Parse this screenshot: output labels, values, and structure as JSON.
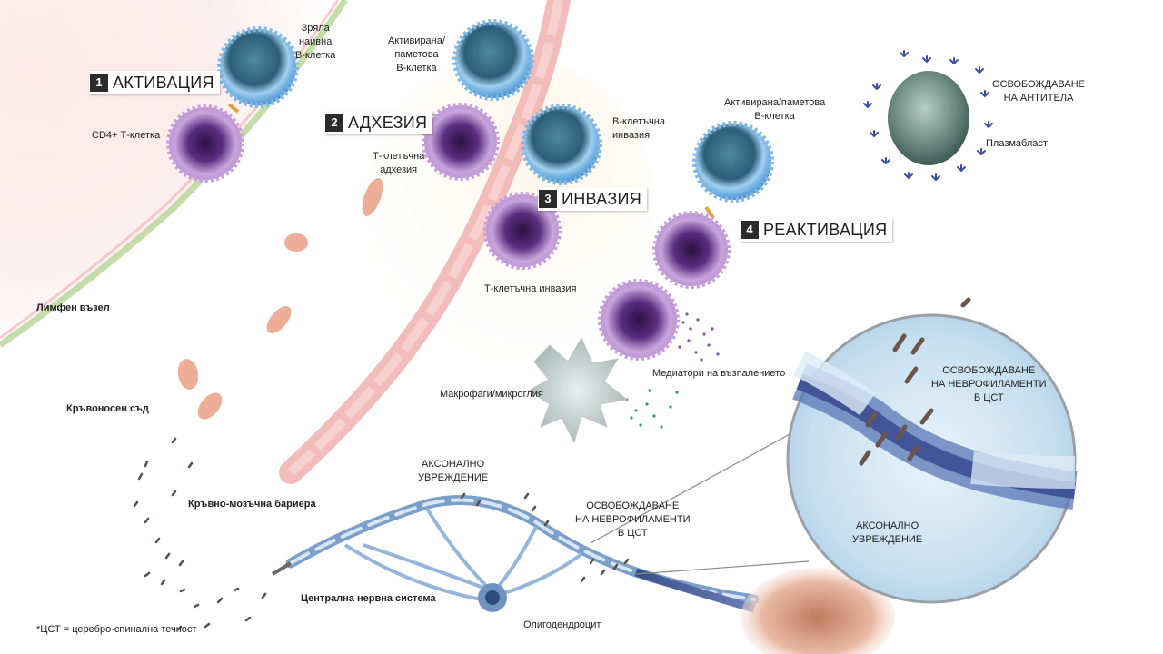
{
  "steps": [
    {
      "num": "1",
      "label": "АКТИВАЦИЯ"
    },
    {
      "num": "2",
      "label": "АДХЕЗИЯ"
    },
    {
      "num": "3",
      "label": "ИНВАЗИЯ"
    },
    {
      "num": "4",
      "label": "РЕАКТИВАЦИЯ"
    }
  ],
  "labels": {
    "mature_naive_b": "Зряла\nнаивна\nВ-клетка",
    "cd4_t": "CD4+ Т-клетка",
    "activated_memory_b_1": "Активирана/\nпаметова\nВ-клетка",
    "b_invasion": "В-клетъчна\nинвазия",
    "t_adhesion": "Т-клетъчна\nадхезия",
    "t_invasion": "Т-клетъчна инвазия",
    "activated_memory_b_2": "Активирана/паметова\nВ-клетка",
    "antibody_release": "ОСВОБОЖДАВАНЕ\nНА АНТИТЕЛА",
    "plasmablast": "Плазмабласт",
    "inflammation_mediators": "Медиатори на възпалението",
    "macrophages": "Макрофаги/микроглия",
    "nf_release_zoom": "ОСВОБОЖДАВАНЕ\nНА НЕВРОФИЛАМЕНТИ\nВ ЦСТ",
    "axonal_damage_zoom": "АКСОНАЛНО\nУВРЕЖДЕНИЕ",
    "axonal_damage": "АКСОНАЛНО\nУВРЕЖДЕНИЕ",
    "nf_release": "ОСВОБОЖДАВАНЕ\nНА НЕВРОФИЛАМЕНТИ\nВ ЦСТ",
    "lymph_node": "Лимфен възел",
    "blood_vessel": "Кръвоносен съд",
    "bbb": "Кръвно-мозъчна бариера",
    "cns": "Централна нервна система",
    "oligodendrocyte": "Олигодендроцит",
    "footnote": "*ЦСТ = церебро-спинална течност"
  },
  "colors": {
    "b_cell": "#5aa0d6",
    "t_cell": "#b07cc6",
    "vessel": "#e89a9a",
    "lymph_edge": "#9cc97a",
    "neuron": "#8fb3d9",
    "zoom_bg": "#cfe3f1",
    "step_box": "#2b2b2b"
  },
  "icons": [
    "b-cell-icon",
    "t-cell-icon",
    "plasmablast-icon",
    "macrophage-icon",
    "antibody-icon",
    "neurofilament-icon",
    "red-blood-cell-icon",
    "neuron-icon"
  ]
}
